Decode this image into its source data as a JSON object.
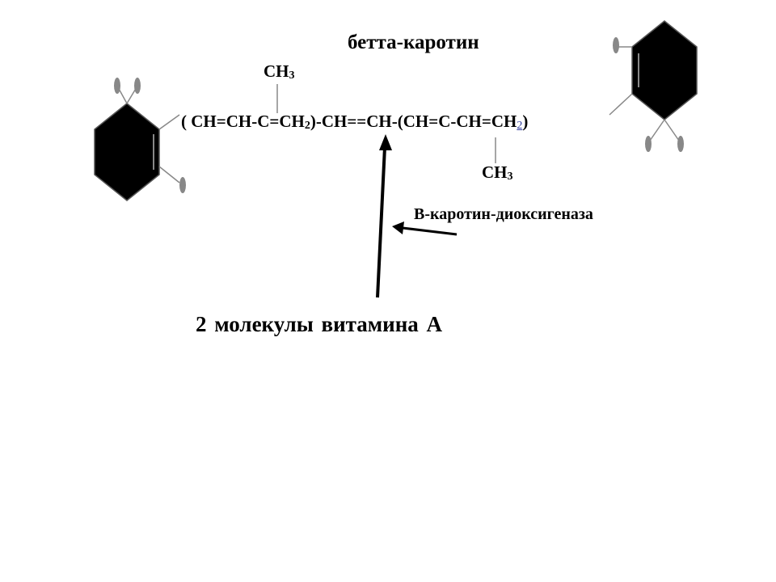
{
  "diagram": {
    "title": "бетта-каротин",
    "methyl_top": {
      "text": "CH",
      "sub": "3"
    },
    "methyl_bottom": {
      "text": "CH",
      "sub": "3"
    },
    "chain": {
      "part1": "( CH=CH-C=CH",
      "sub1": "2",
      "part2": ")-CH==CH-(CH=C-CH=CH",
      "sub2": "2",
      "part3": ")"
    },
    "enzyme": "В-каротин-диоксигеназа",
    "product": "2  молекулы витамина  А"
  },
  "colors": {
    "ring_fill": "#000000",
    "bond": "#808080",
    "text": "#000000",
    "accent": "#2f3c9c"
  }
}
